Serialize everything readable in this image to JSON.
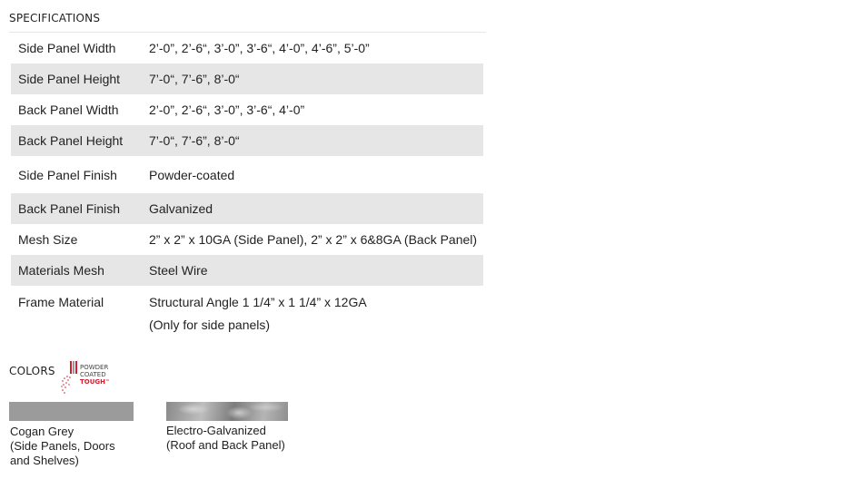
{
  "specifications": {
    "heading": "SPECIFICATIONS",
    "rows": [
      {
        "label": "Side Panel Width",
        "value": "2’-0”, 2’-6“, 3’-0”, 3’-6“, 4’-0”, 4’-6”, 5’-0”"
      },
      {
        "label": "Side Panel Height",
        "value": "7’-0“, 7’-6”, 8’-0“"
      },
      {
        "label": "Back Panel Width",
        "value": "2’-0”, 2’-6“, 3’-0”, 3’-6“, 4’-0”"
      },
      {
        "label": "Back Panel Height",
        "value": "7’-0“, 7’-6”, 8’-0“"
      },
      {
        "label": "Side Panel Finish",
        "value": "Powder-coated"
      },
      {
        "label": "Back Panel Finish",
        "value": "Galvanized"
      },
      {
        "label": "Mesh Size",
        "value": "2” x 2” x 10GA (Side Panel), 2” x 2” x 6&8GA (Back Panel)"
      },
      {
        "label": "Materials Mesh",
        "value": "Steel Wire"
      },
      {
        "label": "Frame Material",
        "value": "Structural Angle 1 1/4” x 1 1/4” x 12GA",
        "note": "(Only for side panels)"
      }
    ]
  },
  "colors": {
    "heading": "COLORS",
    "logo": {
      "line1": "POWDER",
      "line2": "COATED",
      "line3": "TOUGH",
      "tm": "™",
      "icon": "powder-coated-tough-logo",
      "accent": "#d22030"
    },
    "swatches": [
      {
        "name_line1": "Cogan Grey",
        "name_line2": "(Side Panels, Doors",
        "name_line3": "and Shelves)",
        "color": "#9b9b9b"
      },
      {
        "name_line1": "Electro-Galvanized",
        "name_line2": "(Roof and Back Panel)",
        "color": "#a4a4a4"
      }
    ]
  }
}
